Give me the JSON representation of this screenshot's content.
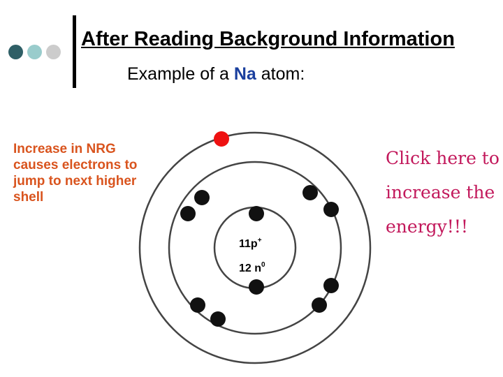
{
  "header": {
    "title": "After Reading Background Information",
    "subtitle_prefix": "Example of a ",
    "subtitle_symbol": "Na",
    "subtitle_suffix": " atom:",
    "bullet_colors": [
      "#2f5f66",
      "#99cccc",
      "#cccccc"
    ],
    "symbol_color": "#1a3f9e"
  },
  "side_note": {
    "text": "Increase in NRG causes electrons to jump to next higher shell",
    "color": "#d9541e"
  },
  "action": {
    "label": "Click here to increase the energy!!!",
    "color": "#c2185b"
  },
  "atom": {
    "nucleus": {
      "protons_number": "11p",
      "protons_charge": "+",
      "neutrons_number": "12 n",
      "neutrons_charge": "0"
    },
    "shells": [
      {
        "name": "inner",
        "electrons": 2
      },
      {
        "name": "middle",
        "electrons": 8
      },
      {
        "name": "outer",
        "electrons": 1
      }
    ],
    "electron_color": "#111111",
    "excited_electron_color": "#ee1111"
  }
}
